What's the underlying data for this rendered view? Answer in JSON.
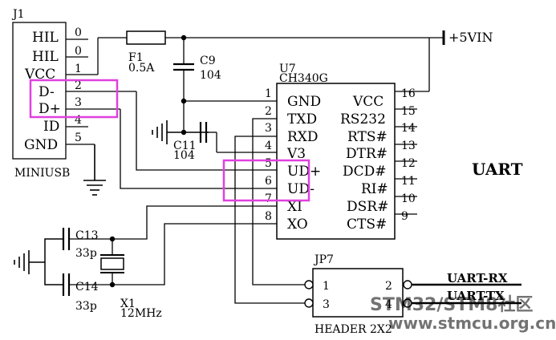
{
  "title": "UART",
  "j1": {
    "ref": "J1",
    "name": "MINIUSB",
    "pins": [
      {
        "name": "HIL",
        "num": "0"
      },
      {
        "name": "HIL",
        "num": "0"
      },
      {
        "name": "VCC",
        "num": "1"
      },
      {
        "name": "D-",
        "num": "2"
      },
      {
        "name": "D+",
        "num": "3"
      },
      {
        "name": "ID",
        "num": "4"
      },
      {
        "name": "GND",
        "num": "5"
      }
    ]
  },
  "u7": {
    "ref": "U7",
    "part": "CH340G",
    "left_pins": [
      {
        "num": "1",
        "name": ""
      },
      {
        "num": "2",
        "name": "GND"
      },
      {
        "num": "3",
        "name": "TXD"
      },
      {
        "num": "4",
        "name": "RXD"
      },
      {
        "num": "5",
        "name": "V3"
      },
      {
        "num": "6",
        "name": "UD+"
      },
      {
        "num": "7",
        "name": "UD-"
      },
      {
        "num": "8",
        "name": "XI"
      },
      {
        "num": "",
        "name": "XO"
      }
    ],
    "right_pins": [
      {
        "num": "16",
        "name": "VCC"
      },
      {
        "num": "15",
        "name": "RS232"
      },
      {
        "num": "14",
        "name": "RTS#"
      },
      {
        "num": "13",
        "name": "DTR#"
      },
      {
        "num": "12",
        "name": "DCD#"
      },
      {
        "num": "11",
        "name": "RI#"
      },
      {
        "num": "10",
        "name": "DSR#"
      },
      {
        "num": "9",
        "name": "CTS#"
      }
    ]
  },
  "f1": {
    "ref": "F1",
    "value": "0.5A"
  },
  "c9": {
    "ref": "C9",
    "value": "104"
  },
  "c11": {
    "ref": "C11",
    "value": "104"
  },
  "c13": {
    "ref": "C13",
    "value": "33p"
  },
  "c14": {
    "ref": "C14",
    "value": "33p"
  },
  "x1": {
    "ref": "X1",
    "value": "12MHz"
  },
  "power": {
    "label": "+5VIN"
  },
  "jp7": {
    "ref": "JP7",
    "name": "HEADER 2X2",
    "pins": [
      "1",
      "2",
      "3",
      "4"
    ],
    "nets": [
      "UART-RX",
      "UART-TX"
    ]
  },
  "watermark": {
    "line1": "STM32/STM8社区",
    "line2": "www.stmcu.org.cn"
  },
  "colors": {
    "wire": "#000000",
    "highlight": "#e040e0",
    "watermark": "#5b9bd5"
  }
}
